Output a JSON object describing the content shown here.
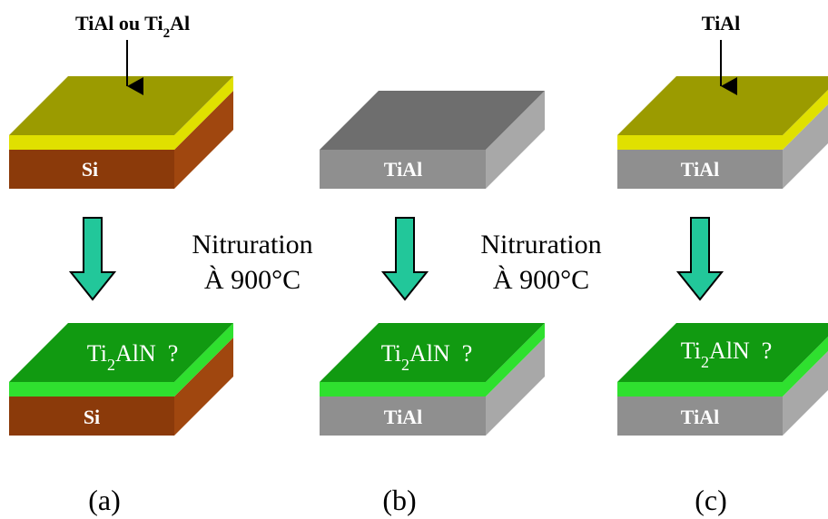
{
  "top_labels": {
    "a": {
      "main": "TiAl ou Ti",
      "sub": "2",
      "tail": "Al"
    },
    "c": {
      "main": "TiAl"
    }
  },
  "substrates": {
    "a": "Si",
    "b": "TiAl",
    "c": "TiAl"
  },
  "process": {
    "line1": "Nitruration",
    "line2": "À 900°C"
  },
  "result_film": {
    "main": "Ti",
    "sub": "2",
    "tail": "AlN  ?"
  },
  "captions": {
    "a": "(a)",
    "b": "(b)",
    "c": "(c)"
  },
  "colors": {
    "si_front": "#8B3A0A",
    "si_side": "#A0470F",
    "tial_front": "#8F8F8F",
    "tial_side": "#A8A8A8",
    "tial_top_bare": "#6E6E6E",
    "metal_top": "#9B9B00",
    "metal_edge": "#E0E000",
    "nitride_top": "#119A11",
    "nitride_edge": "#2FE02F",
    "arrow_fill": "#22C79A",
    "text_white": "#FFFFFF",
    "text_black": "#000000"
  }
}
